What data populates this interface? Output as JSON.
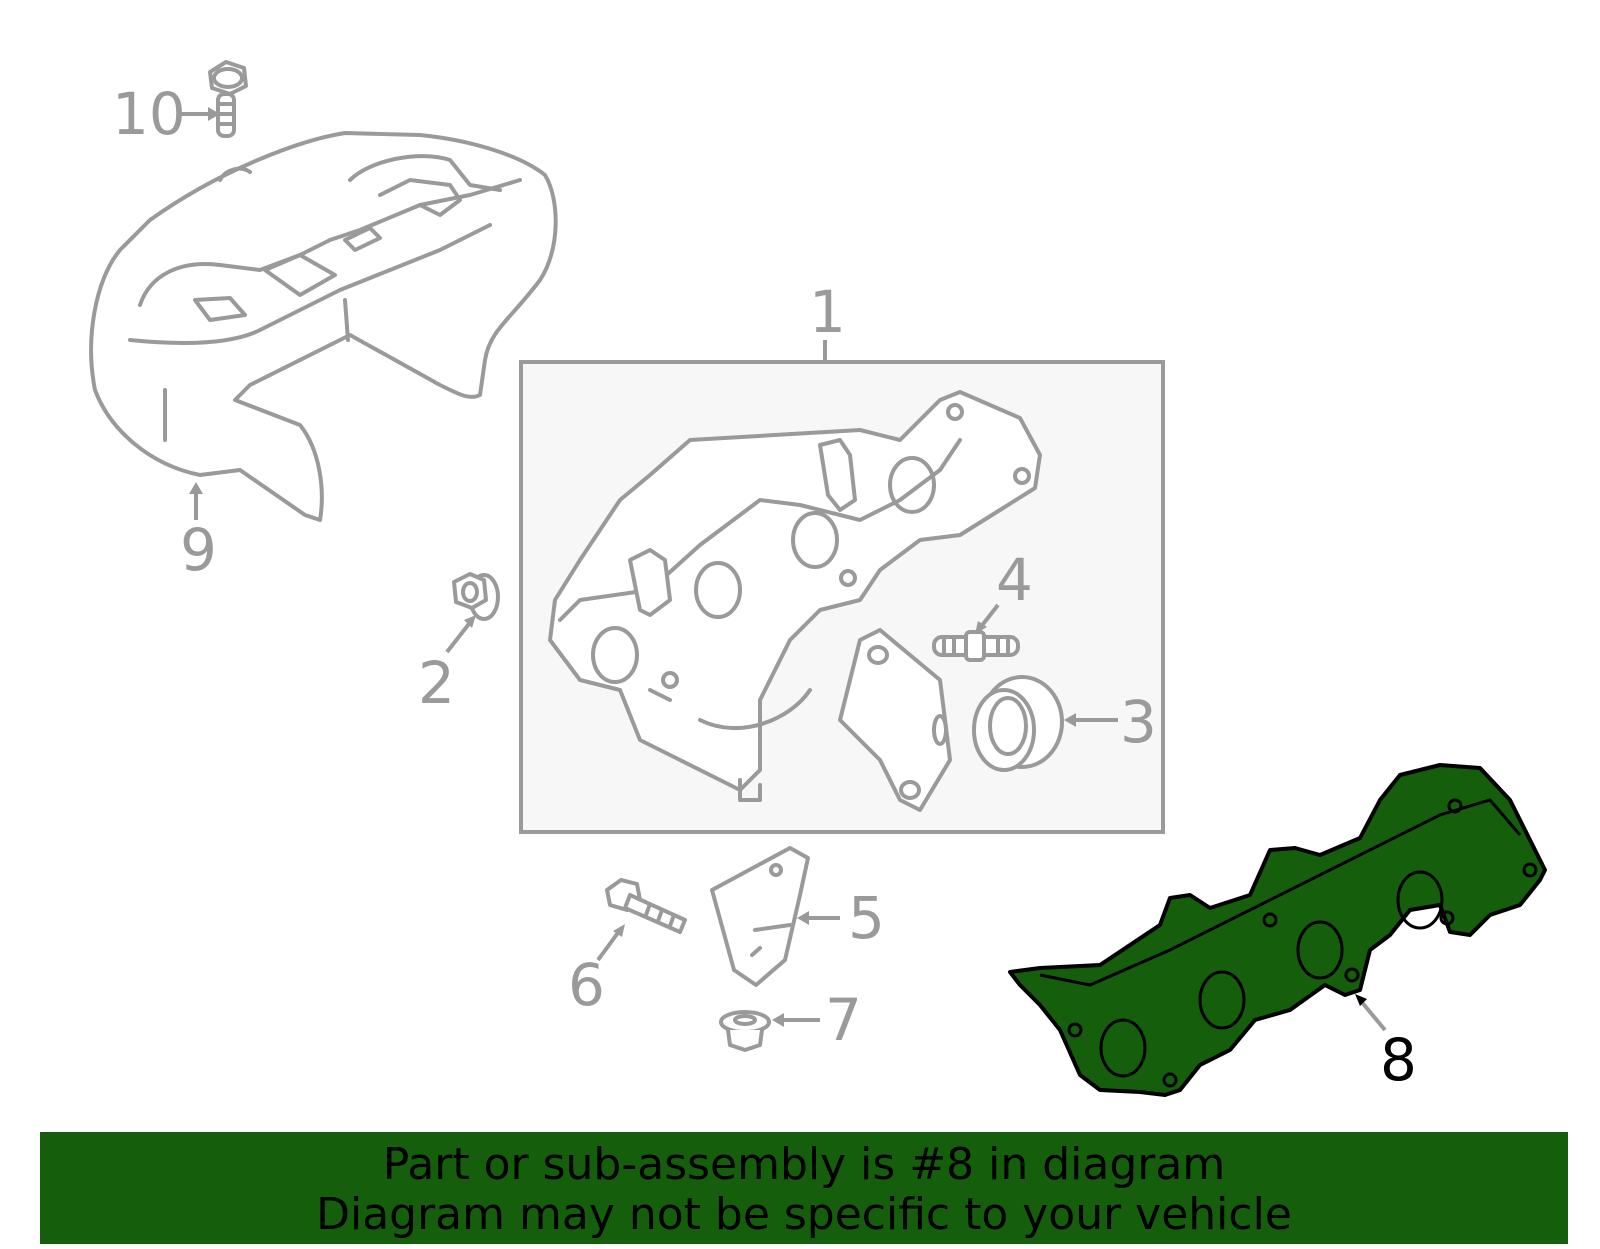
{
  "colors": {
    "highlight": "#145e0c",
    "line": "#9a9a9a",
    "highlight_label": "#000000"
  },
  "callouts": {
    "c1": "1",
    "c2": "2",
    "c3": "3",
    "c4": "4",
    "c5": "5",
    "c6": "6",
    "c7": "7",
    "c8": "8",
    "c9": "9",
    "c10": "10"
  },
  "highlighted_part": "8",
  "banner": {
    "line1": "Part or sub-assembly is #8 in diagram",
    "line2": "Diagram may not be specific to your vehicle"
  }
}
